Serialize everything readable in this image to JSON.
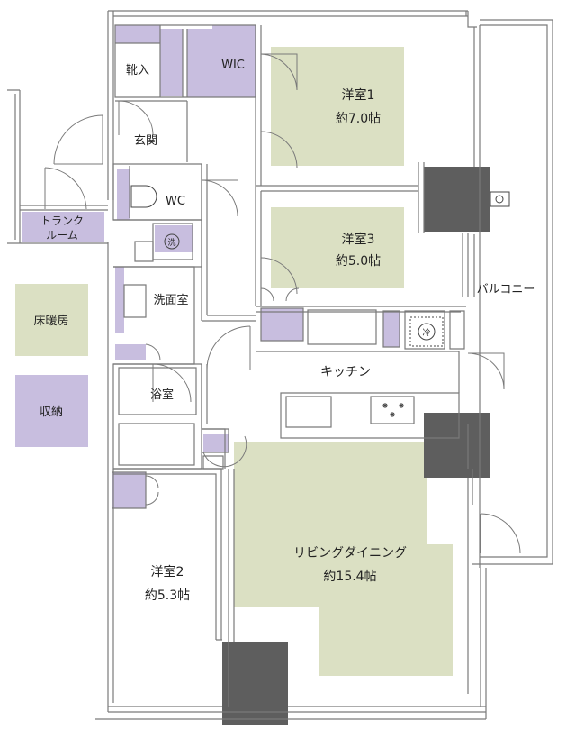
{
  "colors": {
    "floor_heating": "#dbe0c3",
    "storage": "#c8bedf",
    "pillar": "#5e5e5e",
    "wall": "#7a7a7a",
    "fixture": "#444444"
  },
  "legend": {
    "floor_heating": "床暖房",
    "storage": "収納"
  },
  "rooms": {
    "western1": {
      "name": "洋室1",
      "size": "約7.0帖"
    },
    "western2": {
      "name": "洋室2",
      "size": "約5.3帖"
    },
    "western3": {
      "name": "洋室3",
      "size": "約5.0帖"
    },
    "ldk": {
      "name": "リビングダイニング",
      "size": "約15.4帖"
    },
    "kitchen": "キッチン",
    "balcony": "バルコニー",
    "trunk_room": [
      "トランク",
      "ルーム"
    ],
    "wic": "WIC",
    "shoe_storage": "靴入",
    "entrance": "玄関",
    "wc": "WC",
    "washroom": "洗面室",
    "bathroom": "浴室"
  },
  "symbols": {
    "washer": "洗",
    "fridge": "冷"
  }
}
